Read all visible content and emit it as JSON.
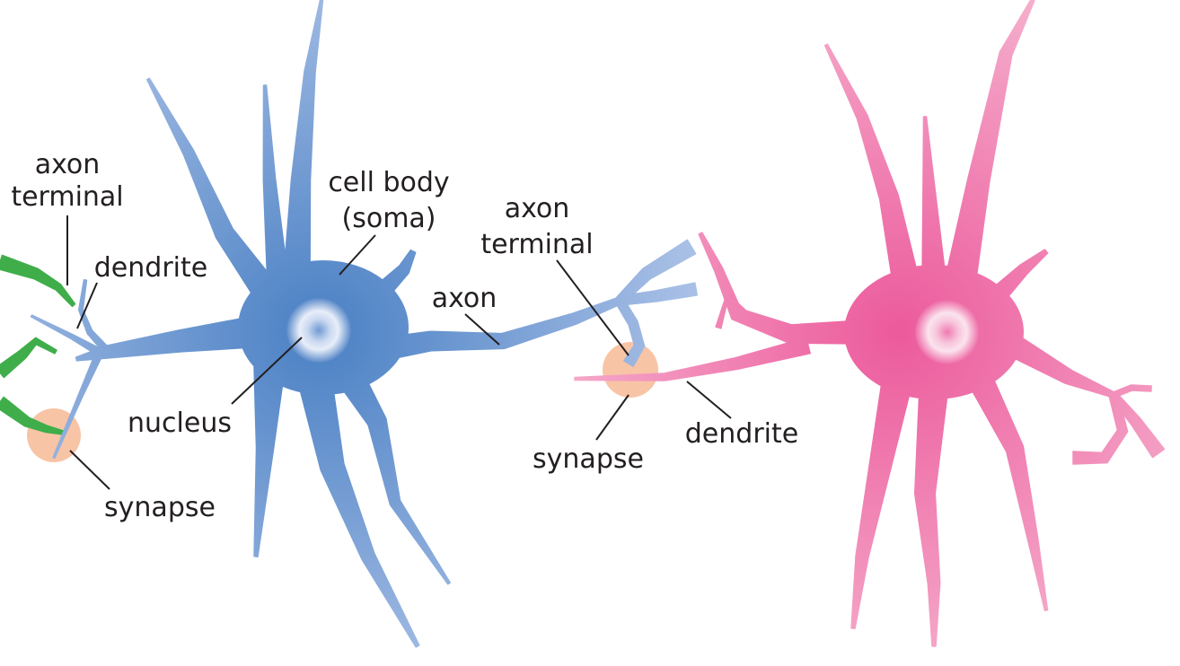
{
  "title": "Neuron structure diagram",
  "labels": {
    "left_axon_terminal": [
      "axon",
      "terminal"
    ],
    "left_dendrite": "dendrite",
    "left_synapse": "synapse",
    "nucleus": "nucleus",
    "cell_body": [
      "cell body",
      "(soma)"
    ],
    "axon": "axon",
    "right_axon_terminal": [
      "axon",
      "terminal"
    ],
    "right_synapse": "synapse",
    "right_dendrite": "dendrite"
  },
  "colors": {
    "neuron_blue": "#4a80c4",
    "neuron_blue_light": "#9ab5e0",
    "neuron_pink": "#ec5a9c",
    "neuron_pink_light": "#f4a6c8",
    "axon_terminal_green": "#3fae4a",
    "synapse_peach": "#f8c4a6"
  }
}
